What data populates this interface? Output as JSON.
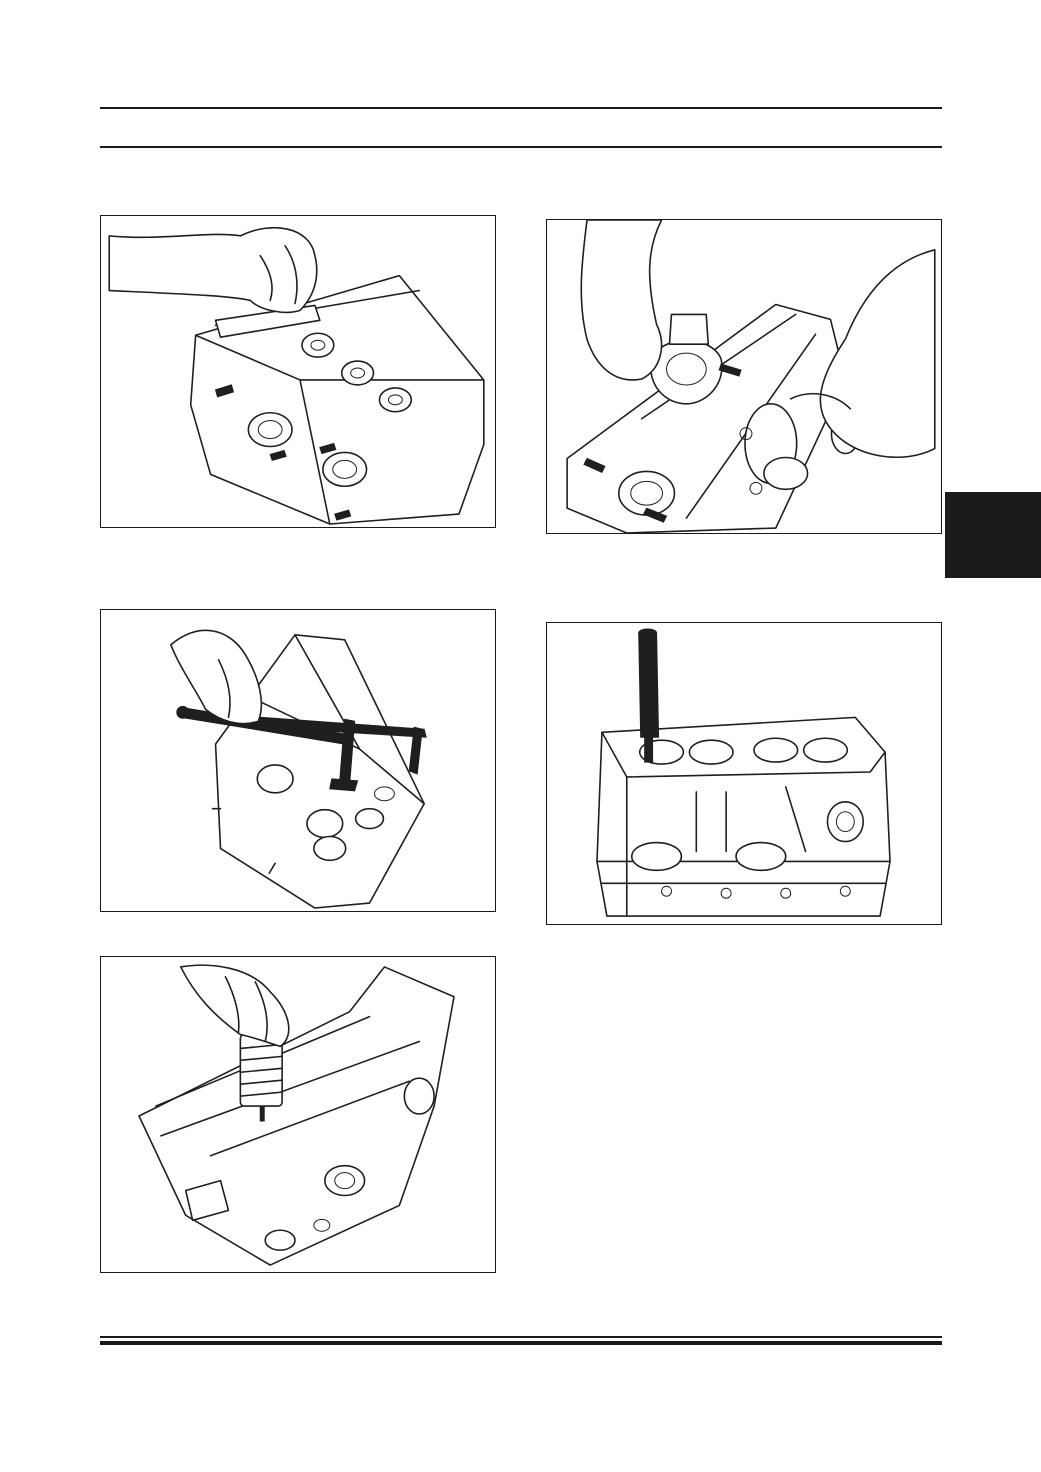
{
  "page": {
    "background": "#ffffff",
    "ink_color": "#1a1a1a"
  },
  "figures": [
    {
      "id": "fig-a",
      "depicts": "hands-removing-camshaft-cap-icon"
    },
    {
      "id": "fig-b",
      "depicts": "valve-spring-compressor-tool-icon"
    },
    {
      "id": "fig-c",
      "depicts": "hand-removing-valve-spring-icon"
    },
    {
      "id": "fig-d",
      "depicts": "hands-removing-valve-from-head-icon"
    },
    {
      "id": "fig-e",
      "depicts": "drift-installing-valve-guide-icon"
    }
  ],
  "section_tab": {
    "color": "#1a1a1a"
  }
}
